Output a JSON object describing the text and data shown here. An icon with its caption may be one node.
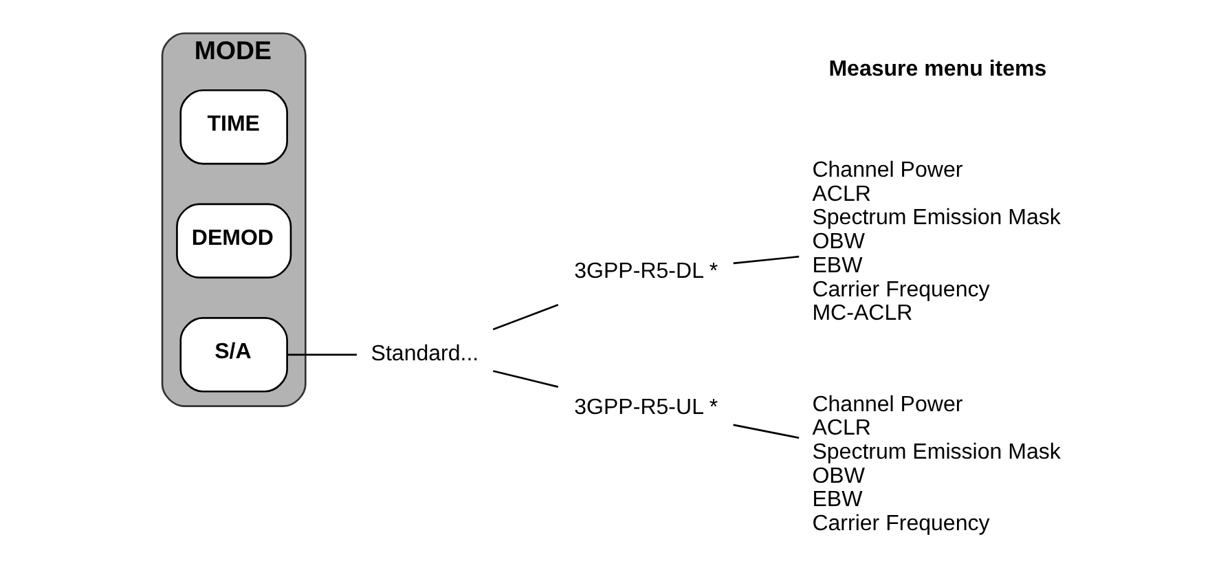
{
  "diagram": {
    "nodes": [
      {
        "text": [
          "MODE"
        ]
      },
      {
        "text": [
          "S/A"
        ],
        "in": 0
      },
      {
        "text": [
          "DEMOD"
        ],
        "in": 0
      },
      {
        "text": [
          "TIME"
        ],
        "in": 0
      },
      {
        "text": [
          "Standard..."
        ]
      },
      {
        "text": [
          "3GPP-R5-DL *"
        ]
      },
      {
        "text": [
          "Channel Power",
          "ACLR",
          "Spectrum Emission Mask",
          "OBW",
          "EBW",
          "Carrier Frequency",
          "MC-ACLR"
        ]
      },
      {
        "text": [
          "3GPP-R5-UL *"
        ]
      },
      {
        "text": [
          "Channel Power",
          "ACLR",
          "Spectrum Emission Mask",
          "OBW",
          "EBW",
          "Carrier Frequency"
        ]
      }
    ],
    "edges": [
      {
        "from": 1,
        "to": 4,
        "arrow": "none"
      },
      {
        "from": 4,
        "to": 5,
        "arrow": "none"
      },
      {
        "from": 4,
        "to": 7,
        "arrow": "none"
      },
      {
        "from": 5,
        "to": 6,
        "arrow": "none"
      },
      {
        "from": 7,
        "to": 8,
        "arrow": "none"
      }
    ],
    "labels": [
      "Measure menu items"
    ]
  }
}
